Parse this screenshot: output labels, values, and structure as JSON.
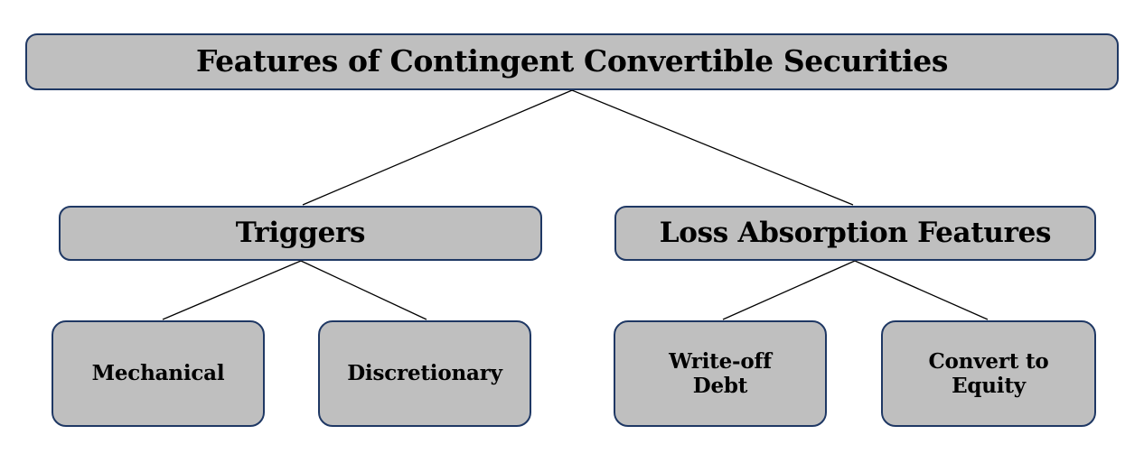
{
  "diagram": {
    "type": "tree-hierarchy",
    "title": "Features of Contingent Convertible Securities",
    "colors": {
      "node_fill": "#BFBFBF",
      "node_border": "#1F3864",
      "connector": "#000000",
      "text": "#000000",
      "background": "#FFFFFF"
    },
    "root": {
      "label": "Features of Contingent Convertible Securities"
    },
    "level2": [
      {
        "label": "Triggers"
      },
      {
        "label": "Loss Absorption Features"
      }
    ],
    "level3": [
      {
        "label": "Mechanical",
        "line1": "Mechanical",
        "line2": ""
      },
      {
        "label": "Discretionary",
        "line1": "Discretionary",
        "line2": ""
      },
      {
        "label": "Write-off Debt",
        "line1": "Write-off",
        "line2": "Debt"
      },
      {
        "label": "Convert to Equity",
        "line1": "Convert to",
        "line2": "Equity"
      }
    ]
  }
}
